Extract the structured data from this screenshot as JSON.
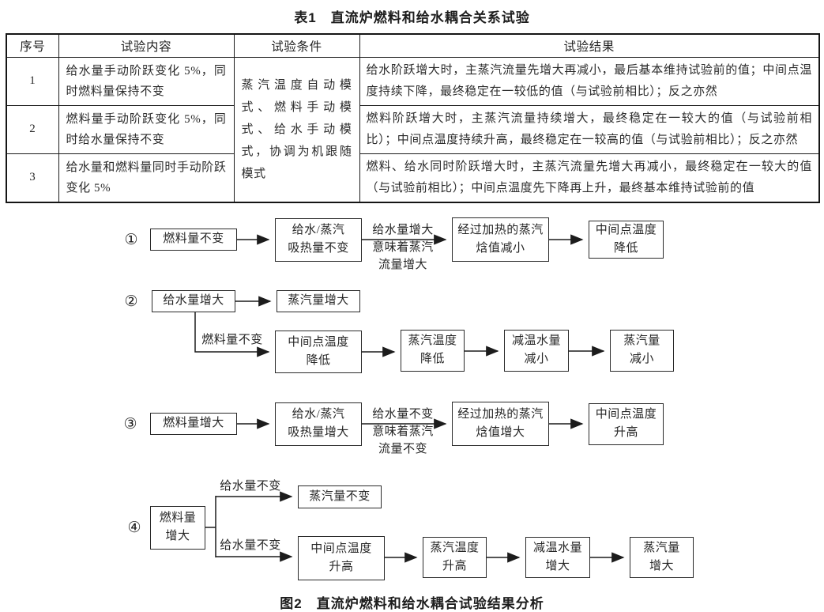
{
  "page": {
    "table_title": "表1　直流炉燃料和给水耦合关系试验",
    "figure_caption": "图2　直流炉燃料和给水耦合试验结果分析"
  },
  "table": {
    "headers": [
      "序号",
      "试验内容",
      "试验条件",
      "试验结果"
    ],
    "condition": "蒸汽温度自动模式、燃料手动模式、给水手动模式，协调为机跟随模式",
    "rows": [
      {
        "no": "1",
        "content": "给水量手动阶跃变化 5%，同时燃料量保持不变",
        "result": "给水阶跃增大时，主蒸汽流量先增大再减小，最后基本维持试验前的值；中间点温度持续下降，最终稳定在一较低的值（与试验前相比）；反之亦然"
      },
      {
        "no": "2",
        "content": "燃料量手动阶跃变化 5%，同时给水量保持不变",
        "result": "燃料阶跃增大时，主蒸汽流量持续增大，最终稳定在一较大的值（与试验前相比）；中间点温度持续升高，最终稳定在一较高的值（与试验前相比）；反之亦然"
      },
      {
        "no": "3",
        "content": "给水量和燃料量同时手动阶跃变化 5%",
        "result": "燃料、给水同时阶跃增大时，主蒸汽流量先增大再减小，最终稳定在一较大的值（与试验前相比）；中间点温度先下降再上升，最终基本维持试验前的值"
      }
    ]
  },
  "diagram": {
    "flow1": {
      "num": "①",
      "b1": "燃料量不变",
      "b2": "给水/蒸汽\n吸热量不变",
      "label": "给水量增大\n意味着蒸汽\n流量增大",
      "b3": "经过加热的蒸汽\n焓值减小",
      "b4": "中间点温度\n降低"
    },
    "flow2": {
      "num": "②",
      "b1": "给水量增大",
      "b2": "蒸汽量增大",
      "branch_label": "燃料量不变",
      "b3": "中间点温度\n降低",
      "b4": "蒸汽温度\n降低",
      "b5": "减温水量\n减小",
      "b6": "蒸汽量\n减小"
    },
    "flow3": {
      "num": "③",
      "b1": "燃料量增大",
      "b2": "给水/蒸汽\n吸热量增大",
      "label": "给水量不变\n意味着蒸汽\n流量不变",
      "b3": "经过加热的蒸汽\n焓值增大",
      "b4": "中间点温度\n升高"
    },
    "flow4": {
      "num": "④",
      "b1": "燃料量\n增大",
      "top_label": "给水量不变",
      "b2": "蒸汽量不变",
      "bottom_label": "给水量不变",
      "b3": "中间点温度\n升高",
      "b4": "蒸汽温度\n升高",
      "b5": "减温水量\n增大",
      "b6": "蒸汽量\n增大"
    }
  }
}
